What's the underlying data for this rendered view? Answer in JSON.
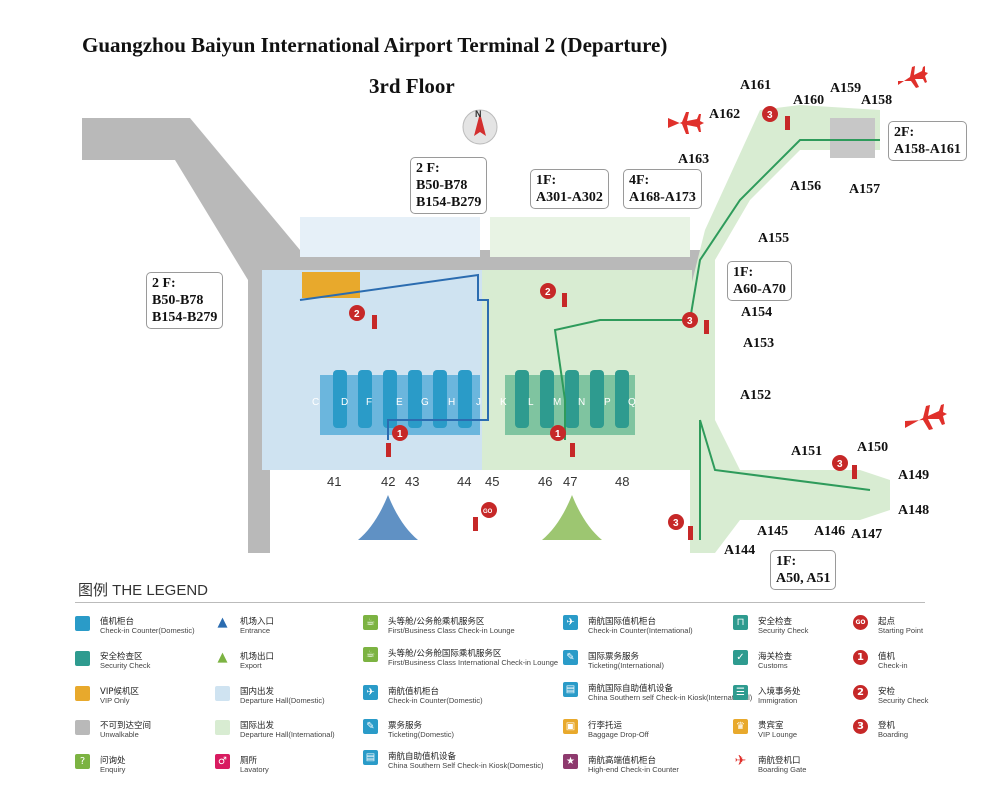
{
  "title": "Guangzhou Baiyun International Airport Terminal 2 (Departure)",
  "floor": "3rd Floor",
  "compass": "N",
  "colors": {
    "unwalkable": "#b9b9b9",
    "domestic_hall": "#cfe3f1",
    "intl_hall": "#d8ecd2",
    "checkin_domestic": "#2a9bc8",
    "security": "#2e9b8f",
    "vip": "#e8a92c",
    "route_blue": "#2b6cb0",
    "route_green": "#2e9b5b",
    "gate_plane": "#e0302b",
    "marker_red": "#c62828",
    "enquiry": "#7cb342",
    "lavatory": "#d81b60",
    "high_end": "#8e3a6e"
  },
  "callouts": {
    "top_2f": [
      "2 F:",
      "B50-B78",
      "B154-B279"
    ],
    "top_1f": [
      "1F:",
      "A301-A302"
    ],
    "top_4f": [
      "4F:",
      "A168-A173"
    ],
    "left_2f": [
      "2 F:",
      "B50-B78",
      "B154-B279"
    ],
    "right_2f": [
      "2F:",
      "A158-A161"
    ],
    "mid_1f": [
      "1F:",
      "A60-A70"
    ],
    "bottom_1f": [
      "1F:",
      "A50, A51"
    ]
  },
  "gates": {
    "A161": "A161",
    "A160": "A160",
    "A159": "A159",
    "A158": "A158",
    "A162": "A162",
    "A163": "A163",
    "A156": "A156",
    "A157": "A157",
    "A155": "A155",
    "A154": "A154",
    "A153": "A153",
    "A152": "A152",
    "A151": "A151",
    "A150": "A150",
    "A149": "A149",
    "A148": "A148",
    "A147": "A147",
    "A146": "A146",
    "A145": "A145",
    "A144": "A144"
  },
  "doors": [
    "41",
    "42",
    "43",
    "44",
    "45",
    "46",
    "47",
    "48"
  ],
  "lanes_domestic": [
    "C",
    "D",
    "F",
    "E",
    "G",
    "H",
    "J"
  ],
  "lanes_intl": [
    "K",
    "L",
    "M",
    "N",
    "P",
    "Q"
  ],
  "markers": {
    "checkin": "1",
    "security": "2",
    "boarding": "3",
    "start": "GO"
  },
  "legend": {
    "heading": "图例 THE LEGEND",
    "items": [
      {
        "cn": "值机柜台",
        "en": "Check-in Counter(Domestic)",
        "icon": "swatch",
        "color": "#2a9bc8"
      },
      {
        "cn": "安全检查区",
        "en": "Security Check",
        "icon": "swatch",
        "color": "#2e9b8f"
      },
      {
        "cn": "VIP候机区",
        "en": "VIP Only",
        "icon": "swatch",
        "color": "#e8a92c"
      },
      {
        "cn": "不可到达空间",
        "en": "Unwalkable",
        "icon": "swatch",
        "color": "#b9b9b9"
      },
      {
        "cn": "问询处",
        "en": "Enquiry",
        "icon": "question-icon",
        "color": "#7cb342"
      },
      {
        "cn": "机场入口",
        "en": "Entrance",
        "icon": "entrance-arrow-icon",
        "color": "#2b6cb0"
      },
      {
        "cn": "机场出口",
        "en": "Export",
        "icon": "exit-arrow-icon",
        "color": "#7cb342"
      },
      {
        "cn": "国内出发",
        "en": "Departure Hall(Domestic)",
        "icon": "swatch",
        "color": "#cfe3f1"
      },
      {
        "cn": "国际出发",
        "en": "Departure Hall(International)",
        "icon": "swatch",
        "color": "#d8ecd2"
      },
      {
        "cn": "厕所",
        "en": "Lavatory",
        "icon": "lavatory-icon",
        "color": "#d81b60"
      },
      {
        "cn": "头等舱/公务舱乘机服务区",
        "en": "First/Business Class Check-in Lounge",
        "icon": "lounge-icon",
        "color": "#7cb342"
      },
      {
        "cn": "头等舱/公务舱国际乘机服务区",
        "en": "First/Business Class International Check-in Lounge",
        "icon": "intl-lounge-icon",
        "color": "#7cb342"
      },
      {
        "cn": "南航值机柜台",
        "en": "Check-in Counter(Domestic)",
        "icon": "csa-counter-icon",
        "color": "#2a9bc8"
      },
      {
        "cn": "票务服务",
        "en": "Ticketing(Domestic)",
        "icon": "ticketing-icon",
        "color": "#2a9bc8"
      },
      {
        "cn": "南航自助值机设备",
        "en": "China Southern Self Check-in Kiosk(Domestic)",
        "icon": "kiosk-icon",
        "color": "#2a9bc8"
      },
      {
        "cn": "南航国际值机柜台",
        "en": "Check-in Counter(International)",
        "icon": "intl-counter-icon",
        "color": "#2a9bc8"
      },
      {
        "cn": "国际票务服务",
        "en": "Ticketing(International)",
        "icon": "intl-ticketing-icon",
        "color": "#2a9bc8"
      },
      {
        "cn": "南航国际自助值机设备",
        "en": "China Southern self Check-in Kiosk(International)",
        "icon": "intl-kiosk-icon",
        "color": "#2a9bc8"
      },
      {
        "cn": "行李托运",
        "en": "Baggage Drop-Off",
        "icon": "baggage-icon",
        "color": "#e8a92c"
      },
      {
        "cn": "南航高端值机柜台",
        "en": "High-end Check-in Counter",
        "icon": "highend-icon",
        "color": "#8e3a6e"
      },
      {
        "cn": "安全检查",
        "en": "Security Check",
        "icon": "security-gate-icon",
        "color": "#2e9b8f"
      },
      {
        "cn": "海关检查",
        "en": "Customs",
        "icon": "customs-icon",
        "color": "#2e9b8f"
      },
      {
        "cn": "入境事务处",
        "en": "Immigration",
        "icon": "immigration-icon",
        "color": "#2e9b8f"
      },
      {
        "cn": "贵宾室",
        "en": "VIP Lounge",
        "icon": "vip-lounge-icon",
        "color": "#e8a92c"
      },
      {
        "cn": "南航登机口",
        "en": "Boarding Gate",
        "icon": "plane-icon",
        "color": "#e0302b"
      },
      {
        "cn": "起点",
        "en": "Starting Point",
        "icon": "go-marker-icon",
        "color": "#c62828"
      },
      {
        "cn": "值机",
        "en": "Check-in",
        "icon": "marker-1-icon",
        "color": "#c62828"
      },
      {
        "cn": "安检",
        "en": "Security Check",
        "icon": "marker-2-icon",
        "color": "#c62828"
      },
      {
        "cn": "登机",
        "en": "Boarding",
        "icon": "marker-3-icon",
        "color": "#c62828"
      }
    ]
  }
}
